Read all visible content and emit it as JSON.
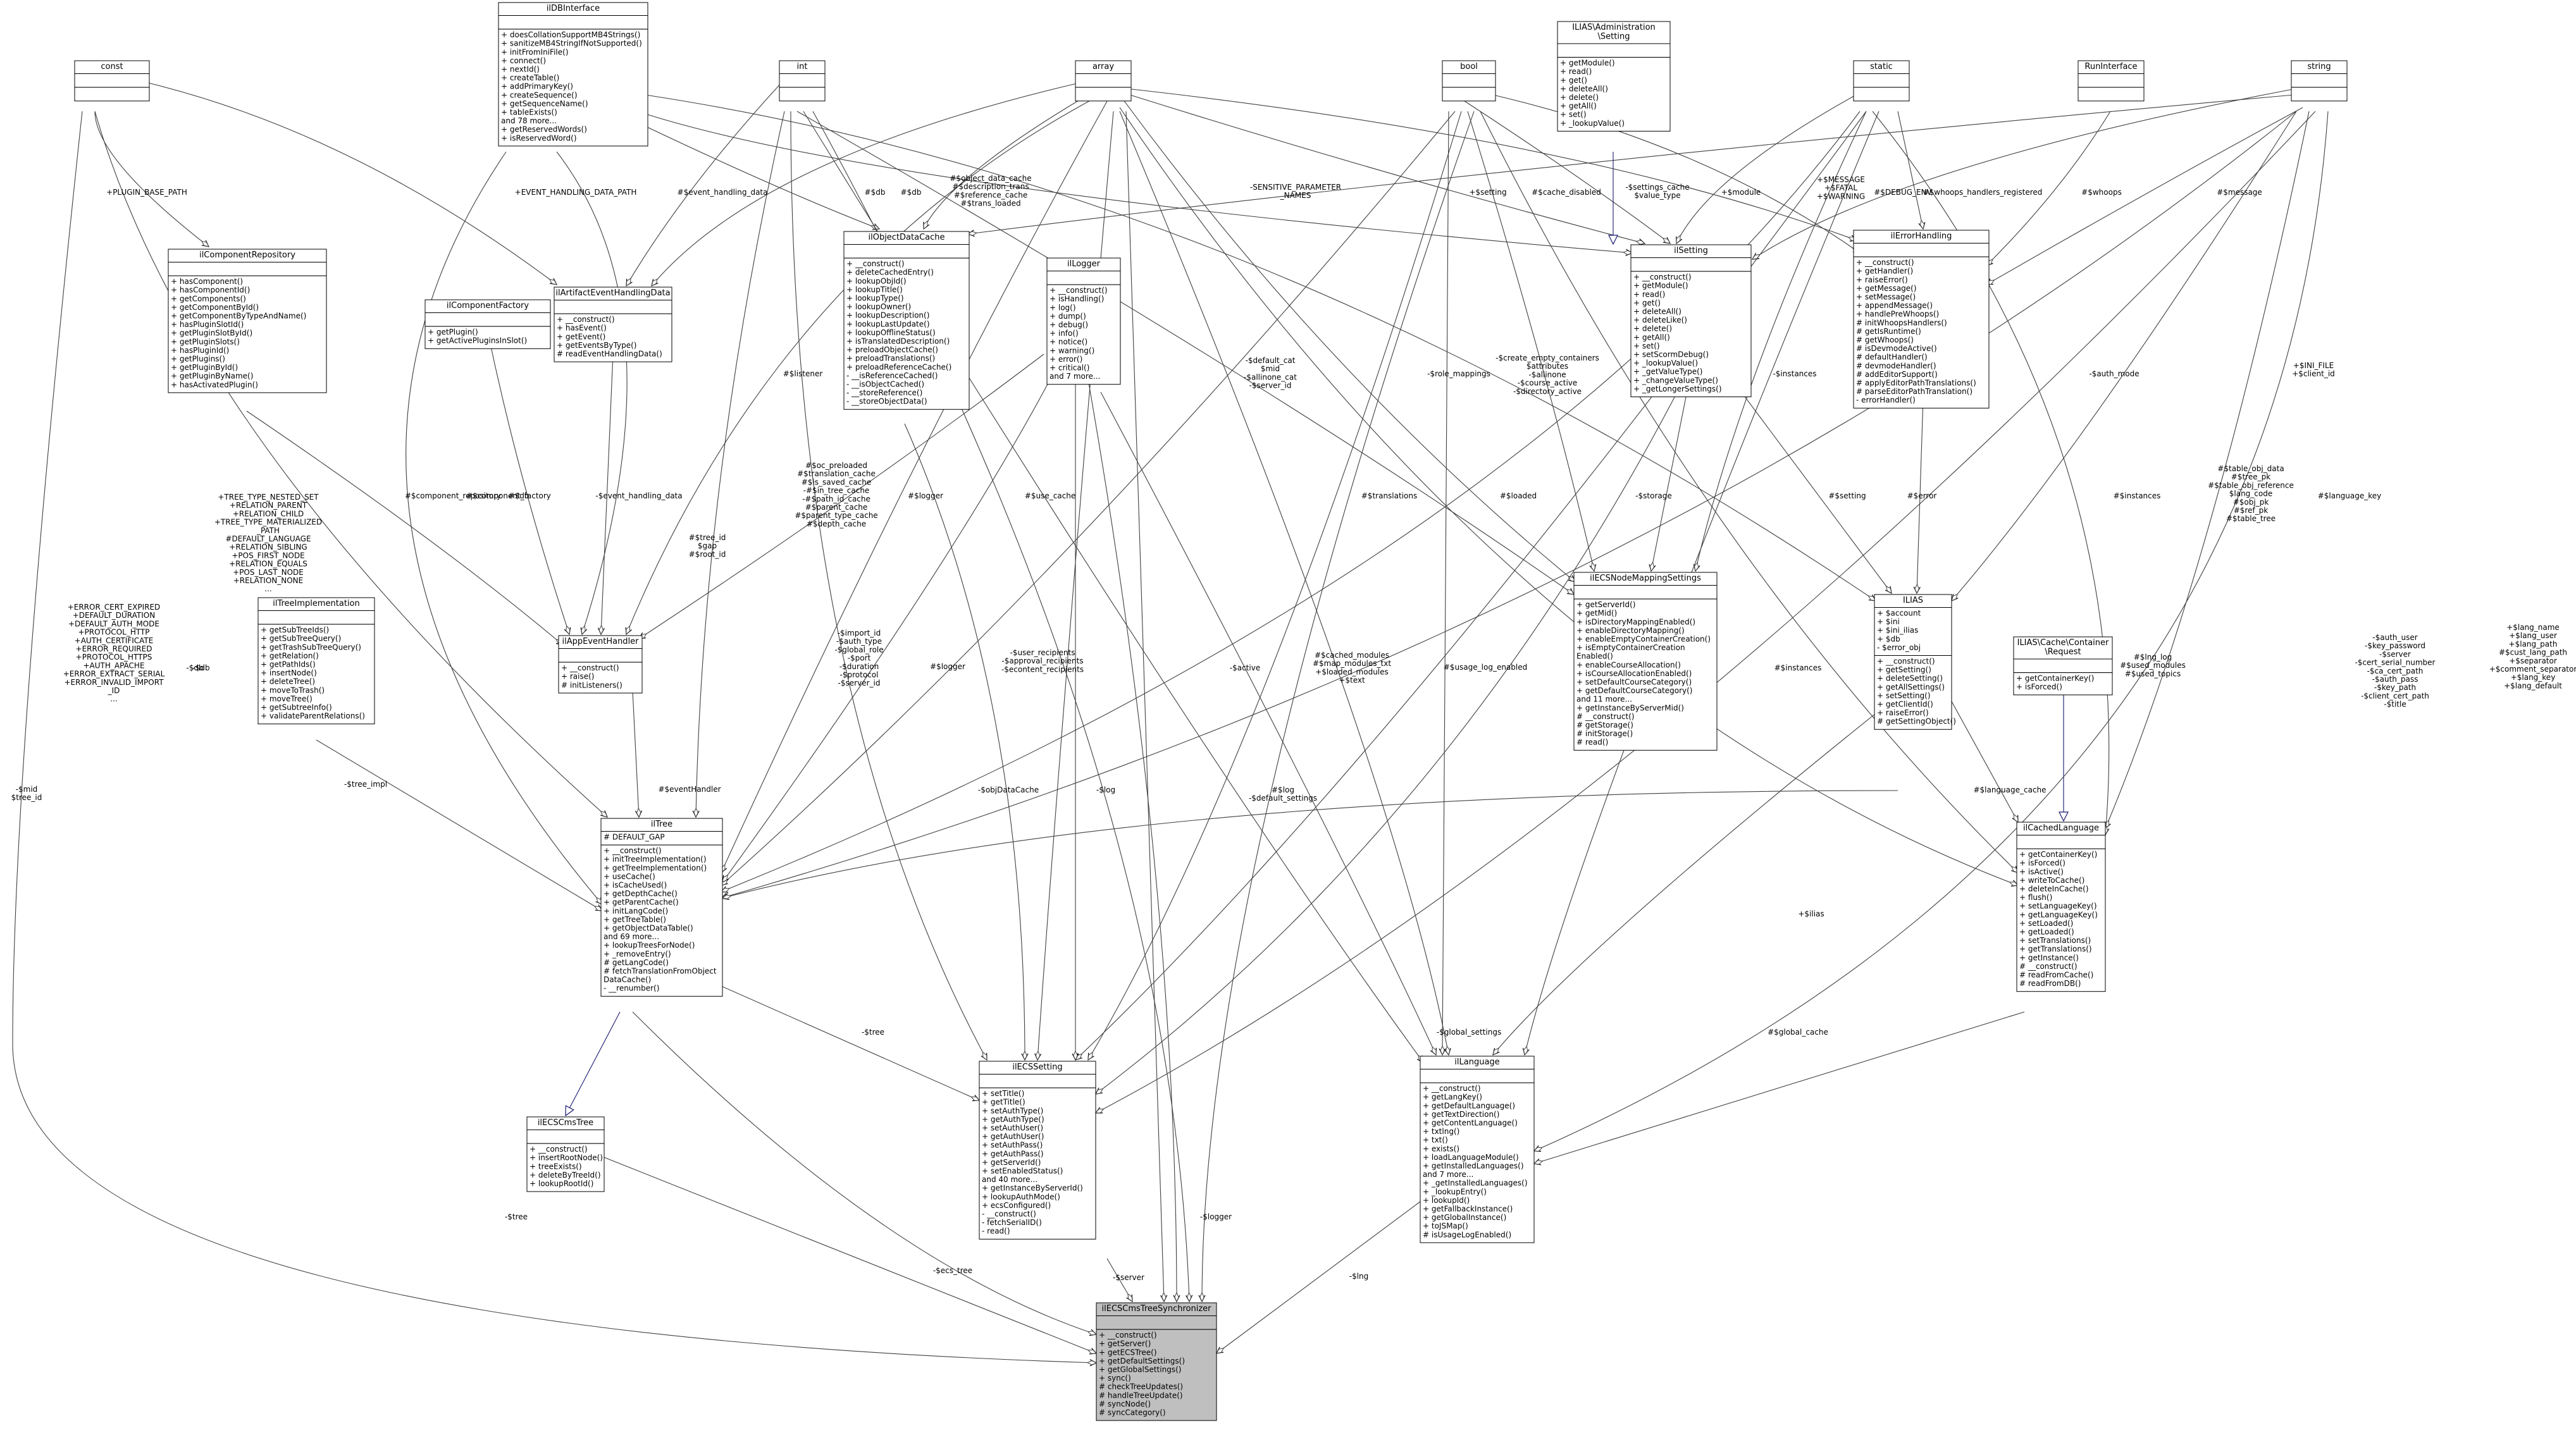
{
  "classes": [
    {
      "key": "const",
      "title": [
        "const"
      ],
      "attrs": [],
      "ops": []
    },
    {
      "key": "ildbinterface",
      "title": [
        "ilDBInterface"
      ],
      "attrs": [],
      "ops": [
        "+ doesCollationSupportMB4Strings()",
        "+ sanitizeMB4StringIfNotSupported()",
        "+ initFromIniFile()",
        "+ connect()",
        "+ nextId()",
        "+ createTable()",
        "+ addPrimaryKey()",
        "+ createSequence()",
        "+ getSequenceName()",
        "+ tableExists()",
        "and 78 more...",
        "+ getReservedWords()",
        "+ isReservedWord()"
      ]
    },
    {
      "key": "int",
      "title": [
        "int"
      ],
      "attrs": [],
      "ops": []
    },
    {
      "key": "array",
      "title": [
        "array"
      ],
      "attrs": [],
      "ops": []
    },
    {
      "key": "bool",
      "title": [
        "bool"
      ],
      "attrs": [],
      "ops": []
    },
    {
      "key": "ilias_admin_setting",
      "title": [
        "ILIAS\\Administration",
        "\\Setting"
      ],
      "attrs": [],
      "ops": [
        "+ getModule()",
        "+ read()",
        "+ get()",
        "+ deleteAll()",
        "+ delete()",
        "+ getAll()",
        "+ set()",
        "+ _lookupValue()"
      ]
    },
    {
      "key": "static",
      "title": [
        "static"
      ],
      "attrs": [],
      "ops": []
    },
    {
      "key": "runinterface",
      "title": [
        "RunInterface"
      ],
      "attrs": [],
      "ops": []
    },
    {
      "key": "string",
      "title": [
        "string"
      ],
      "attrs": [],
      "ops": []
    },
    {
      "key": "ilcomponentrepository",
      "title": [
        "ilComponentRepository"
      ],
      "attrs": [],
      "ops": [
        "+ hasComponent()",
        "+ hasComponentId()",
        "+ getComponents()",
        "+ getComponentById()",
        "+ getComponentByTypeAndName()",
        "+ hasPluginSlotId()",
        "+ getPluginSlotById()",
        "+ getPluginSlots()",
        "+ hasPluginId()",
        "+ getPlugins()",
        "+ getPluginById()",
        "+ getPluginByName()",
        "+ hasActivatedPlugin()"
      ]
    },
    {
      "key": "ilartifacteventhandlingdata",
      "title": [
        "ilArtifactEventHandlingData"
      ],
      "attrs": [],
      "ops": [
        "+ __construct()",
        "+ hasEvent()",
        "+ getEvent()",
        "+ getEventsByType()",
        "# readEventHandlingData()"
      ]
    },
    {
      "key": "ilcomponentfactory",
      "title": [
        "ilComponentFactory"
      ],
      "attrs": [],
      "ops": [
        "+ getPlugin()",
        "+ getActivePluginsInSlot()"
      ]
    },
    {
      "key": "ilobjectdatacache",
      "title": [
        "ilObjectDataCache"
      ],
      "attrs": [],
      "ops": [
        "+ __construct()",
        "+ deleteCachedEntry()",
        "+ lookupObjId()",
        "+ lookupTitle()",
        "+ lookupType()",
        "+ lookupOwner()",
        "+ lookupDescription()",
        "+ lookupLastUpdate()",
        "+ lookupOfflineStatus()",
        "+ isTranslatedDescription()",
        "+ preloadObjectCache()",
        "+ preloadTranslations()",
        "+ preloadReferenceCache()",
        "- __isReferenceCached()",
        "- __isObjectCached()",
        "- __storeReference()",
        "- __storeObjectData()"
      ]
    },
    {
      "key": "illogger",
      "title": [
        "ilLogger"
      ],
      "attrs": [],
      "ops": [
        "+ __construct()",
        "+ isHandling()",
        "+ log()",
        "+ dump()",
        "+ debug()",
        "+ info()",
        "+ notice()",
        "+ warning()",
        "+ error()",
        "+ critical()",
        "and 7 more..."
      ]
    },
    {
      "key": "ilsetting",
      "title": [
        "ilSetting"
      ],
      "attrs": [],
      "ops": [
        "+ __construct()",
        "+ getModule()",
        "+ read()",
        "+ get()",
        "+ deleteAll()",
        "+ deleteLike()",
        "+ delete()",
        "+ getAll()",
        "+ set()",
        "+ setScormDebug()",
        "+ _lookupValue()",
        "+ _getValueType()",
        "+ _changeValueType()",
        "+ _getLongerSettings()"
      ]
    },
    {
      "key": "ilerrorhandling",
      "title": [
        "ilErrorHandling"
      ],
      "attrs": [],
      "ops": [
        "+ __construct()",
        "+ getHandler()",
        "+ raiseError()",
        "+ getMessage()",
        "+ setMessage()",
        "+ appendMessage()",
        "+ handlePreWhoops()",
        "# initWhoopsHandlers()",
        "# getIsRuntime()",
        "# getWhoops()",
        "# isDevmodeActive()",
        "# defaultHandler()",
        "# devmodeHandler()",
        "# addEditorSupport()",
        "# applyEditorPathTranslations()",
        "# parseEditorPathTranslation()",
        "- errorHandler()"
      ]
    },
    {
      "key": "ilapppeventhandler",
      "title": [
        "ilAppEventHandler"
      ],
      "attrs": [],
      "ops": [
        "+ __construct()",
        "+ raise()",
        "# initListeners()"
      ]
    },
    {
      "key": "iltreeimplementation",
      "title": [
        "ilTreeImplementation"
      ],
      "attrs": [],
      "ops": [
        "+ getSubTreeIds()",
        "+ getSubTreeQuery()",
        "+ getTrashSubTreeQuery()",
        "+ getRelation()",
        "+ getPathIds()",
        "+ insertNode()",
        "+ deleteTree()",
        "+ moveToTrash()",
        "+ moveTree()",
        "+ getSubtreeInfo()",
        "+ validateParentRelations()"
      ]
    },
    {
      "key": "ilecsnodemappingsettings",
      "title": [
        "ilECSNodeMappingSettings"
      ],
      "attrs": [],
      "ops": [
        "+ getServerId()",
        "+ getMid()",
        "+ isDirectoryMappingEnabled()",
        "+ enableDirectoryMapping()",
        "+ enableEmptyContainerCreation()",
        "+ isEmptyContainerCreation",
        "Enabled()",
        "+ enableCourseAllocation()",
        "+ isCourseAllocationEnabled()",
        "+ setDefaultCourseCategory()",
        "+ getDefaultCourseCategory()",
        "and 11 more...",
        "+ getInstanceByServerMid()",
        "# __construct()",
        "# getStorage()",
        "# initStorage()",
        "# read()"
      ]
    },
    {
      "key": "ilias",
      "title": [
        "ILIAS"
      ],
      "attrs": [
        "+ $account",
        "+ $ini",
        "+ $ini_ilias",
        "+ $db",
        "- $error_obj"
      ],
      "ops": [
        "+ __construct()",
        "+ getSetting()",
        "+ deleteSetting()",
        "+ getAllSettings()",
        "+ setSetting()",
        "+ getClientId()",
        "+ raiseError()",
        "# getSettingObject()"
      ]
    },
    {
      "key": "cache_request",
      "title": [
        "ILIAS\\Cache\\Container",
        "\\Request"
      ],
      "attrs": [],
      "ops": [
        "+ getContainerKey()",
        "+ isForced()"
      ]
    },
    {
      "key": "iltree",
      "title": [
        "ilTree"
      ],
      "attrs": [
        "# DEFAULT_GAP"
      ],
      "ops": [
        "+ __construct()",
        "+ initTreeImplementation()",
        "+ getTreeImplementation()",
        "+ useCache()",
        "+ isCacheUsed()",
        "+ getDepthCache()",
        "+ getParentCache()",
        "+ initLangCode()",
        "+ getTreeTable()",
        "+ getObjectDataTable()",
        "and 69 more...",
        "+ lookupTreesForNode()",
        "+ _removeEntry()",
        "# getLangCode()",
        "# fetchTranslationFromObject",
        "DataCache()",
        "- __renumber()"
      ]
    },
    {
      "key": "ilcachedlanguage",
      "title": [
        "ilCachedLanguage"
      ],
      "attrs": [],
      "ops": [
        "+ getContainerKey()",
        "+ isForced()",
        "+ isActive()",
        "+ writeToCache()",
        "+ deleteInCache()",
        "+ flush()",
        "+ setLanguageKey()",
        "+ getLanguageKey()",
        "+ setLoaded()",
        "+ getLoaded()",
        "+ setTranslations()",
        "+ getTranslations()",
        "+ getInstance()",
        "# __construct()",
        "# readFromCache()",
        "# readFromDB()"
      ]
    },
    {
      "key": "ilecssetting",
      "title": [
        "ilECSSetting"
      ],
      "attrs": [],
      "ops": [
        "+ setTitle()",
        "+ getTitle()",
        "+ setAuthType()",
        "+ getAuthType()",
        "+ setAuthUser()",
        "+ getAuthUser()",
        "+ setAuthPass()",
        "+ getAuthPass()",
        "+ getServerId()",
        "+ setEnabledStatus()",
        "and 40 more...",
        "+ getInstanceByServerId()",
        "+ lookupAuthMode()",
        "+ ecsConfigured()",
        "- __construct()",
        "- fetchSerialID()",
        "- read()"
      ]
    },
    {
      "key": "illanguage",
      "title": [
        "ilLanguage"
      ],
      "attrs": [],
      "ops": [
        "+ __construct()",
        "+ getLangKey()",
        "+ getDefaultLanguage()",
        "+ getTextDirection()",
        "+ getContentLanguage()",
        "+ txtlng()",
        "+ txt()",
        "+ exists()",
        "+ loadLanguageModule()",
        "+ getInstalledLanguages()",
        "and 7 more...",
        "+ _getInstalledLanguages()",
        "+ _lookupEntry()",
        "+ lookupId()",
        "+ getFallbackInstance()",
        "+ getGlobalInstance()",
        "+ toJSMap()",
        "# isUsageLogEnabled()"
      ]
    },
    {
      "key": "ilecscmstree",
      "title": [
        "ilECSCmsTree"
      ],
      "attrs": [],
      "ops": [
        "+ __construct()",
        "+ insertRootNode()",
        "+ treeExists()",
        "+ deleteByTreeId()",
        "+ lookupRootId()"
      ]
    },
    {
      "key": "ilecscmstreesynchronizer",
      "title": [
        "ilECSCmsTreeSynchronizer"
      ],
      "attrs": [],
      "ops": [
        "+ __construct()",
        "+ getServer()",
        "+ getECSTree()",
        "+ getDefaultSettings()",
        "+ getGlobalSettings()",
        "+ sync()",
        "# checkTreeUpdates()",
        "# handleTreeUpdate()",
        "# syncNode()",
        "# syncCategory()"
      ]
    }
  ],
  "edge_labels": [
    {
      "key": "plugin_base_path",
      "lines": [
        "+PLUGIN_BASE_PATH"
      ]
    },
    {
      "key": "event_handling_data_path",
      "lines": [
        "+EVENT_HANDLING_DATA_PATH"
      ]
    },
    {
      "key": "event_handling_data",
      "lines": [
        "#$event_handling_data"
      ]
    },
    {
      "key": "db_objcache",
      "lines": [
        "#$db"
      ]
    },
    {
      "key": "object_data_cache",
      "lines": [
        "#$object_data_cache",
        "#$description_trans",
        "#$reference_cache",
        "#$trans_loaded"
      ]
    },
    {
      "key": "db_setting",
      "lines": [
        "#$db"
      ]
    },
    {
      "key": "sensitive",
      "lines": [
        "-SENSITIVE_PARAMETER",
        "_NAMES"
      ]
    },
    {
      "key": "setting",
      "lines": [
        "+$setting"
      ]
    },
    {
      "key": "cache_disabled",
      "lines": [
        "#$cache_disabled"
      ]
    },
    {
      "key": "settings_cache",
      "lines": [
        "-$settings_cache",
        "$value_type"
      ]
    },
    {
      "key": "module",
      "lines": [
        "+$module"
      ]
    },
    {
      "key": "message_fatal",
      "lines": [
        "+$MESSAGE",
        "+$FATAL",
        "+$WARNING"
      ]
    },
    {
      "key": "debug_env",
      "lines": [
        "#$DEBUG_ENV"
      ]
    },
    {
      "key": "whoops_handlers",
      "lines": [
        "#$whoops_handlers_registered"
      ]
    },
    {
      "key": "whoops",
      "lines": [
        "#$whoops"
      ]
    },
    {
      "key": "message",
      "lines": [
        "#$message"
      ]
    },
    {
      "key": "listener",
      "lines": [
        "#$listener"
      ]
    },
    {
      "key": "default_cat",
      "lines": [
        "-$default_cat",
        "$mid",
        "-$allinone_cat",
        "-$server_id"
      ]
    },
    {
      "key": "role_mappings",
      "lines": [
        "-$role_mappings"
      ]
    },
    {
      "key": "create_empty",
      "lines": [
        "-$create_empty_containers",
        "$attributes",
        "-$allinone",
        "-$course_active",
        "-$directory_active"
      ]
    },
    {
      "key": "instances_top",
      "lines": [
        "-$instances"
      ]
    },
    {
      "key": "auth_mode",
      "lines": [
        "-$auth_mode"
      ]
    },
    {
      "key": "ini_file",
      "lines": [
        "+$INI_FILE",
        "+$client_id"
      ]
    },
    {
      "key": "tree_type_nested",
      "lines": [
        "+TREE_TYPE_NESTED_SET",
        "+RELATION_PARENT",
        "+RELATION_CHILD",
        "+TREE_TYPE_MATERIALIZED",
        "_PATH",
        "#DEFAULT_LANGUAGE",
        "+RELATION_SIBLING",
        "+POS_FIRST_NODE",
        "+RELATION_EQUALS",
        "+POS_LAST_NODE",
        "+RELATION_NONE",
        "..."
      ]
    },
    {
      "key": "tree_id",
      "lines": [
        "#$tree_id",
        "$gap",
        "#$root_id"
      ]
    },
    {
      "key": "db_appevent",
      "lines": [
        "#$db"
      ]
    },
    {
      "key": "component_repository",
      "lines": [
        "#$component_repository"
      ]
    },
    {
      "key": "component_factory",
      "lines": [
        "#$component_factory"
      ]
    },
    {
      "key": "event_handling_data2",
      "lines": [
        "-$event_handling_data"
      ]
    },
    {
      "key": "oc_preloaded",
      "lines": [
        "#$oc_preloaded",
        "#$translation_cache",
        "#$is_saved_cache",
        "-#$in_tree_cache",
        "-#$path_id_cache",
        "#$parent_cache",
        "#$parent_type_cache",
        "#$depth_cache"
      ]
    },
    {
      "key": "logger_appevent",
      "lines": [
        "#$logger"
      ]
    },
    {
      "key": "use_cache",
      "lines": [
        "#$use_cache"
      ]
    },
    {
      "key": "translations",
      "lines": [
        "#$translations"
      ]
    },
    {
      "key": "loaded",
      "lines": [
        "#$loaded"
      ]
    },
    {
      "key": "storage",
      "lines": [
        "-$storage"
      ]
    },
    {
      "key": "setting_ilias",
      "lines": [
        "#$setting"
      ]
    },
    {
      "key": "error",
      "lines": [
        "#$error"
      ]
    },
    {
      "key": "table_obj_data",
      "lines": [
        "#$table_obj_data",
        "#$tree_pk",
        "#$table_obj_reference",
        "$lang_code",
        "#$obj_pk",
        "#$ref_pk",
        "#$table_tree"
      ]
    },
    {
      "key": "instances_cached",
      "lines": [
        "#$instances"
      ]
    },
    {
      "key": "language_key",
      "lines": [
        "#$language_key"
      ]
    },
    {
      "key": "error_cert",
      "lines": [
        "+ERROR_CERT_EXPIRED",
        "+DEFAULT_DURATION",
        "+DEFAULT_AUTH_MODE",
        "+PROTOCOL_HTTP",
        "+AUTH_CERTIFICATE",
        "+ERROR_REQUIRED",
        "+PROTOCOL_HTTPS",
        "+AUTH_APACHE",
        "+ERROR_EXTRACT_SERIAL",
        "+ERROR_INVALID_IMPORT",
        "_ID",
        "..."
      ]
    },
    {
      "key": "db_tree",
      "lines": [
        "-$db"
      ]
    },
    {
      "key": "logger_tree",
      "lines": [
        "#$logger"
      ]
    },
    {
      "key": "import_id",
      "lines": [
        "-$import_id",
        "-$auth_type",
        "-$global_role",
        "-$port",
        "-$duration",
        "-$protocol",
        "-$server_id"
      ]
    },
    {
      "key": "user_recipients",
      "lines": [
        "-$user_recipients",
        "-$approval_recipients",
        "-$econtent_recipients"
      ]
    },
    {
      "key": "event_handler",
      "lines": [
        "#$eventHandler"
      ]
    },
    {
      "key": "tree_impl",
      "lines": [
        "-$tree_impl"
      ]
    },
    {
      "key": "active",
      "lines": [
        "-$active"
      ]
    },
    {
      "key": "cached_modules",
      "lines": [
        "#$cached_modules",
        "#$map_modules_txt",
        "+$loaded_modules",
        "+$text"
      ]
    },
    {
      "key": "usage_log",
      "lines": [
        "#$usage_log_enabled"
      ]
    },
    {
      "key": "instances_mid",
      "lines": [
        "#$instances"
      ]
    },
    {
      "key": "lng_log",
      "lines": [
        "#$lng_log",
        "#$used_modules",
        "#$used_topics"
      ]
    },
    {
      "key": "auth_user",
      "lines": [
        "-$auth_user",
        "-$key_password",
        "-$server",
        "-$cert_serial_number",
        "-$ca_cert_path",
        "-$auth_pass",
        "-$key_path",
        "-$client_cert_path",
        "-$title"
      ]
    },
    {
      "key": "lang_name",
      "lines": [
        "+$lang_name",
        "+$lang_user",
        "+$lang_path",
        "#$cust_lang_path",
        "+$separator",
        "+$comment_separator",
        "+$lang_key",
        "+$lang_default"
      ]
    },
    {
      "key": "language_cache",
      "lines": [
        "#$language_cache"
      ]
    },
    {
      "key": "obj_data_cache",
      "lines": [
        "-$objDataCache"
      ]
    },
    {
      "key": "log",
      "lines": [
        "-$log"
      ]
    },
    {
      "key": "log_default_settings",
      "lines": [
        "#$log",
        "-$default_settings"
      ]
    },
    {
      "key": "ilias_link",
      "lines": [
        "+$ilias"
      ]
    },
    {
      "key": "mid_tree_id",
      "lines": [
        "-$mid",
        "$tree_id"
      ]
    },
    {
      "key": "db_left",
      "lines": [
        "-$db"
      ]
    },
    {
      "key": "tree_link",
      "lines": [
        "-$tree"
      ]
    },
    {
      "key": "global_settings",
      "lines": [
        "-$global_settings"
      ]
    },
    {
      "key": "global_cache",
      "lines": [
        "#$global_cache"
      ]
    },
    {
      "key": "logger_sync",
      "lines": [
        "-$logger"
      ]
    },
    {
      "key": "tree_sync",
      "lines": [
        "-$tree"
      ]
    },
    {
      "key": "ecs_tree",
      "lines": [
        "-$ecs_tree"
      ]
    },
    {
      "key": "server",
      "lines": [
        "-$server"
      ]
    },
    {
      "key": "lng",
      "lines": [
        "-$lng"
      ]
    }
  ]
}
